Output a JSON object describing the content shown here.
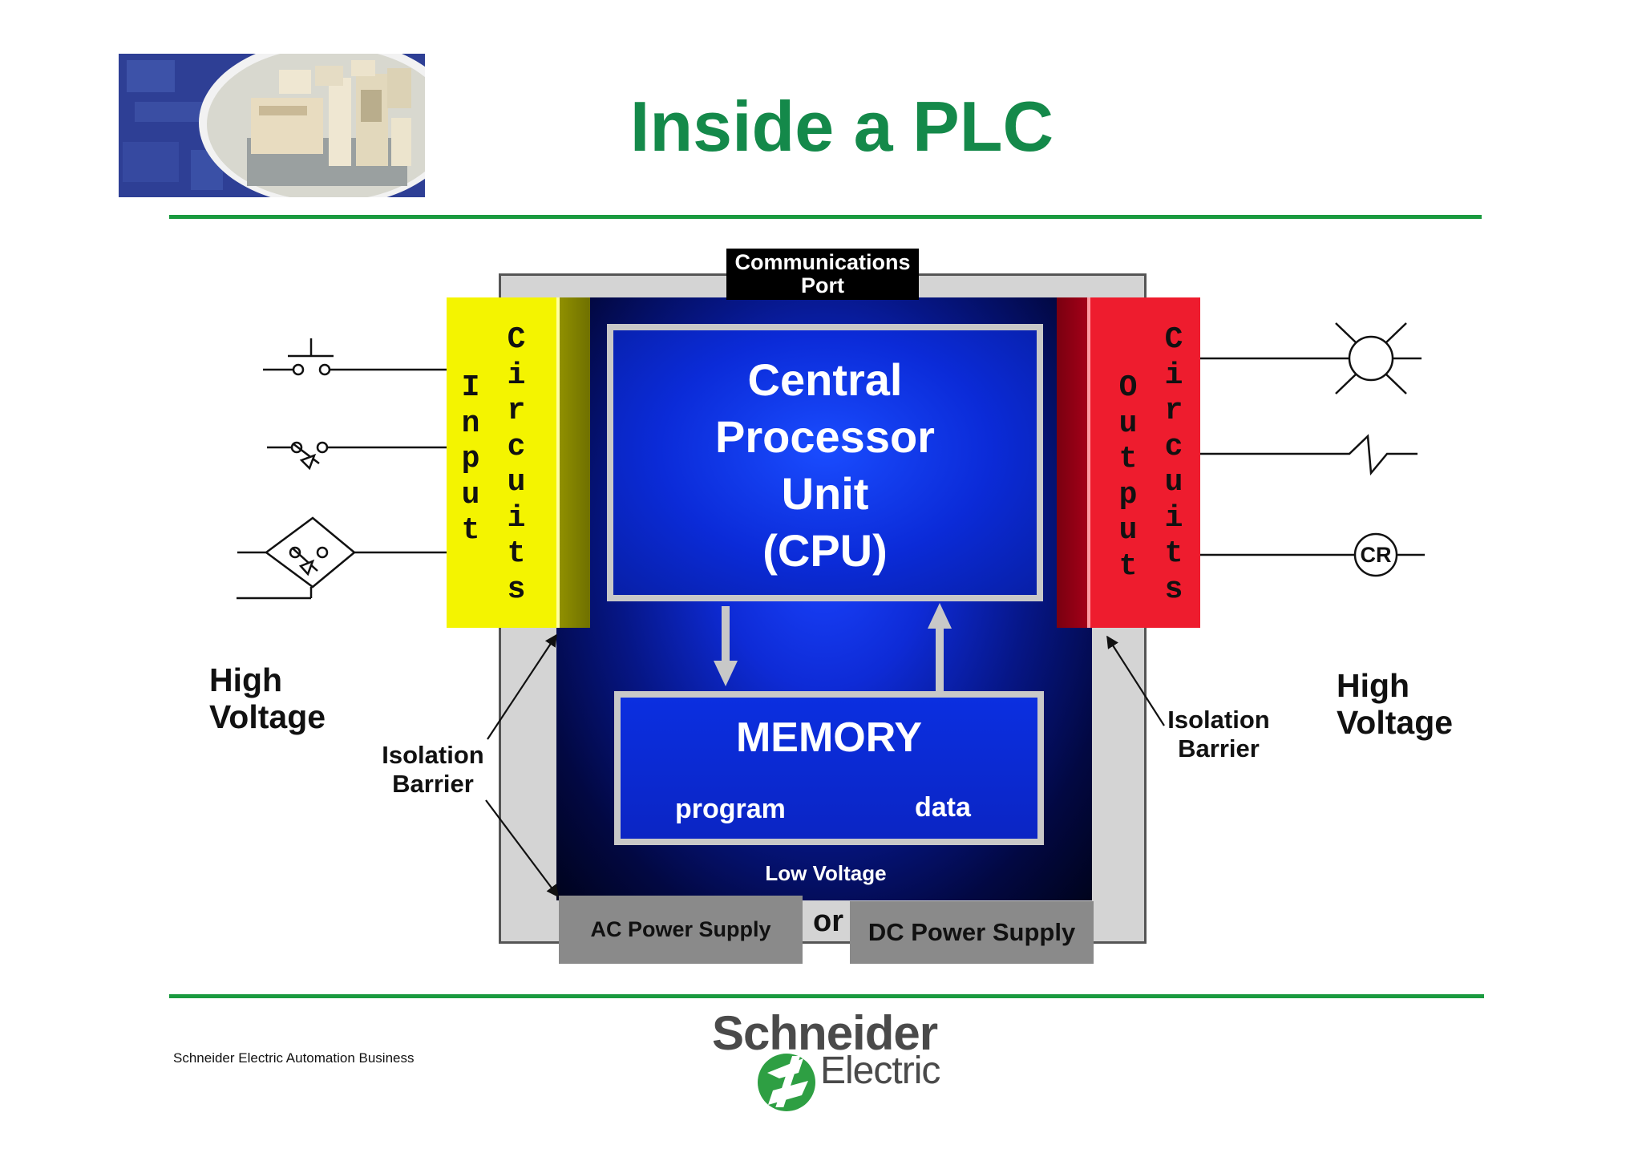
{
  "title": "Inside a PLC",
  "comm_port": "Communications\nPort",
  "input_circuits": {
    "word1": "Input",
    "word2": "Circuits"
  },
  "output_circuits": {
    "word1": "Output",
    "word2": "Circuits"
  },
  "cpu": {
    "label": "Central\nProcessor\nUnit\n(CPU)"
  },
  "memory": {
    "title": "MEMORY",
    "program": "program",
    "data": "data"
  },
  "low_voltage": "Low Voltage",
  "power": {
    "ac": "AC Power Supply",
    "or": "or",
    "dc": "DC Power Supply"
  },
  "high_voltage_left": "High\nVoltage",
  "high_voltage_right": "High\nVoltage",
  "isolation_left": "Isolation\nBarrier",
  "isolation_right": "Isolation\nBarrier",
  "output_symbols": {
    "relay_coil": "CR"
  },
  "footer": {
    "company_line": "Schneider Electric Automation Business"
  },
  "logo": {
    "line1": "Schneider",
    "line2": "Electric"
  },
  "colors": {
    "title_green": "#14894a",
    "rule_green": "#1a9a3f",
    "input_yellow": "#f4f400",
    "output_red": "#ee1c2e",
    "cpu_blue": "#0b2bd8"
  }
}
